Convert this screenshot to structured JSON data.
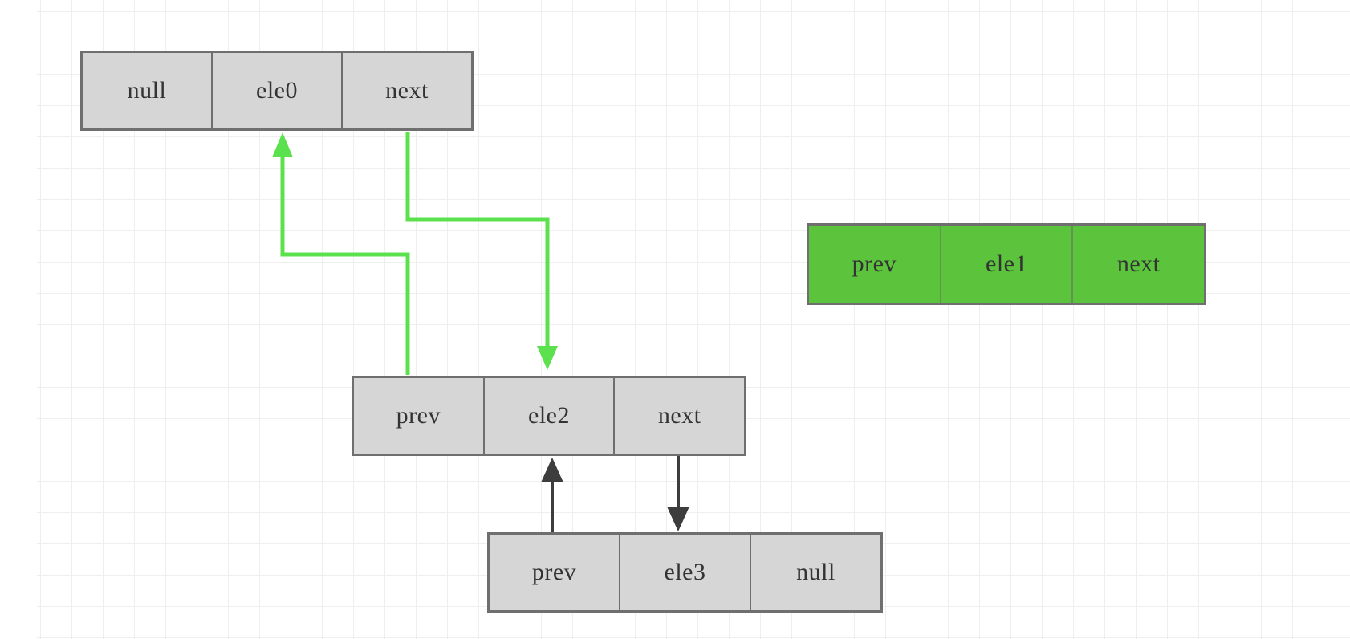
{
  "diagram": {
    "description": "doubly linked list node diagram",
    "nodes": [
      {
        "id": "node-ele0",
        "variant": "gray",
        "cells": [
          "null",
          "ele0",
          "next"
        ]
      },
      {
        "id": "node-ele1",
        "variant": "green",
        "cells": [
          "prev",
          "ele1",
          "next"
        ]
      },
      {
        "id": "node-ele2",
        "variant": "gray",
        "cells": [
          "prev",
          "ele2",
          "next"
        ]
      },
      {
        "id": "node-ele3",
        "variant": "gray",
        "cells": [
          "prev",
          "ele3",
          "null"
        ]
      }
    ],
    "edges": [
      {
        "name": "ele0-next-to-ele2",
        "from": "ele0.next",
        "to": "ele2",
        "color_key": "green_arrow",
        "direction": "down"
      },
      {
        "name": "ele2-prev-to-ele0",
        "from": "ele2.prev",
        "to": "ele0",
        "color_key": "green_arrow",
        "direction": "up"
      },
      {
        "name": "ele2-next-to-ele3",
        "from": "ele2.next",
        "to": "ele3",
        "color_key": "black_arrow",
        "direction": "down"
      },
      {
        "name": "ele3-prev-to-ele2",
        "from": "ele3.prev",
        "to": "ele2",
        "color_key": "black_arrow",
        "direction": "up"
      }
    ],
    "colors": {
      "background": "#ffffff",
      "grid_line": "#efefef",
      "gray_node_fill": "#d6d6d6",
      "node_border": "#6f6f6f",
      "green_node_fill": "#5cc43c",
      "green_arrow": "#5ce14e",
      "black_arrow": "#3d3d3d",
      "text": "#333333"
    }
  }
}
